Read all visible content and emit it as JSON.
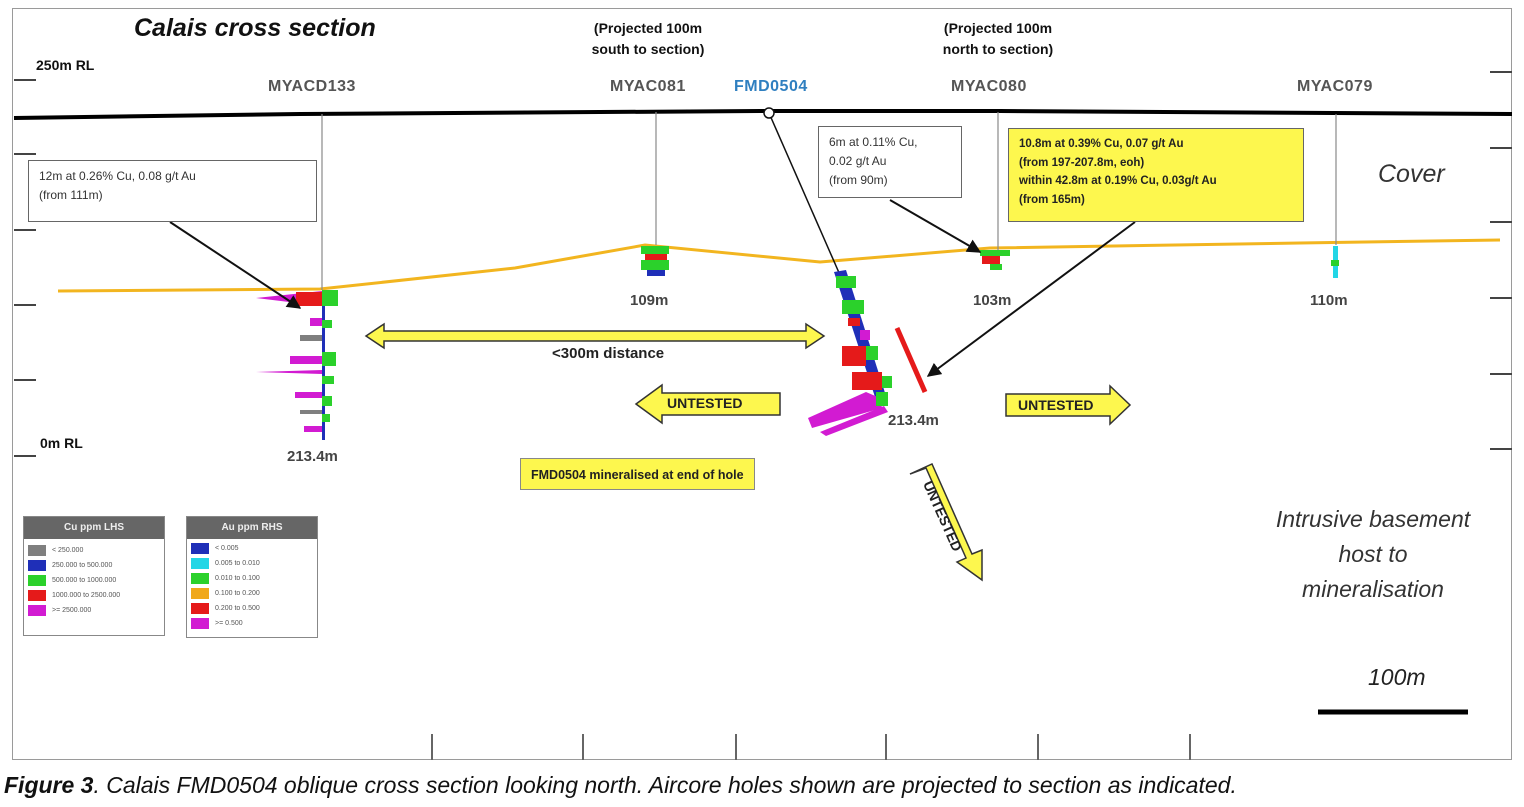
{
  "title": "Calais cross section",
  "rl_labels": {
    "top": "250m RL",
    "bottom": "0m RL"
  },
  "projections": {
    "south": {
      "line1": "(Projected 100m",
      "line2": "south to section)"
    },
    "north": {
      "line1": "(Projected 100m",
      "line2": "north to section)"
    }
  },
  "holes": [
    {
      "id": "MYACD133",
      "depth": "213.4m"
    },
    {
      "id": "MYAC081",
      "depth": "109m"
    },
    {
      "id": "FMD0504",
      "depth": "213.4m"
    },
    {
      "id": "MYAC080",
      "depth": "103m"
    },
    {
      "id": "MYAC079",
      "depth": "110m"
    }
  ],
  "callouts": {
    "myacd133": [
      "12m at 0.26% Cu, 0.08 g/t Au",
      "(from 111m)"
    ],
    "myac080": [
      "6m at 0.11% Cu,",
      "0.02 g/t Au",
      "(from 90m)"
    ],
    "fmd0504": [
      "10.8m at 0.39% Cu, 0.07 g/t Au",
      "(from 197-207.8m, eoh)",
      "within 42.8m at 0.19% Cu, 0.03g/t Au",
      "(from 165m)"
    ]
  },
  "distance_label": "<300m distance",
  "untested_label": "UNTESTED",
  "note": "FMD0504 mineralised at end of hole",
  "cover_label": "Cover",
  "basement_label": [
    "Intrusive basement",
    "host to",
    "mineralisation"
  ],
  "scale_bar_label": "100m",
  "legend_cu": {
    "title": "Cu ppm LHS",
    "items": [
      {
        "label": "< 250.000",
        "color": "#7f7f7f"
      },
      {
        "label": "250.000 to 500.000",
        "color": "#1f2fb8"
      },
      {
        "label": "500.000 to 1000.000",
        "color": "#2bd12b"
      },
      {
        "label": "1000.000 to 2500.000",
        "color": "#e51a1a"
      },
      {
        "label": ">= 2500.000",
        "color": "#d21bd2"
      }
    ]
  },
  "legend_au": {
    "title": "Au ppm RHS",
    "items": [
      {
        "label": "< 0.005",
        "color": "#1f2fb8"
      },
      {
        "label": "0.005 to 0.010",
        "color": "#23d6e6"
      },
      {
        "label": "0.010 to 0.100",
        "color": "#2bd12b"
      },
      {
        "label": "0.100 to 0.200",
        "color": "#f0a81a"
      },
      {
        "label": "0.200 to 0.500",
        "color": "#e51a1a"
      },
      {
        "label": ">= 0.500",
        "color": "#d21bd2"
      }
    ]
  },
  "colors": {
    "surface": "#000000",
    "base_of_cover": "#f2b51f",
    "arrow_fill": "#fdf74e",
    "hole_trace": "#8a8a8a",
    "mineralised_zone": "#e51a1a"
  },
  "caption": {
    "label": "Figure 3",
    "text": ". Calais FMD0504 oblique cross section looking north. Aircore holes shown are projected to section as indicated."
  }
}
